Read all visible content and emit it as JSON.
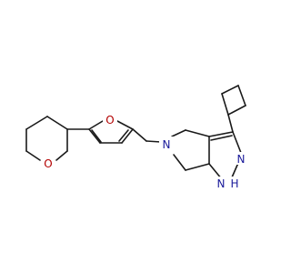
{
  "structure": {
    "atoms": {
      "pyran_o": {
        "text": "O",
        "element": "oxygen"
      },
      "furan_o": {
        "text": "O",
        "element": "oxygen"
      },
      "ring_n": {
        "text": "N",
        "element": "nitrogen"
      },
      "pyrazole_n": {
        "text": "N",
        "element": "nitrogen"
      },
      "pyrazole_nh": {
        "text": "N",
        "element": "nitrogen"
      },
      "nh_h": {
        "text": "H",
        "element": "hydrogen"
      }
    },
    "colors": {
      "bond": "#1a1a1a",
      "carbon_label": "#1a1a1a",
      "nitrogen_label": "#1a1a9a",
      "oxygen_label": "#b30000",
      "background": "#ffffff"
    }
  }
}
